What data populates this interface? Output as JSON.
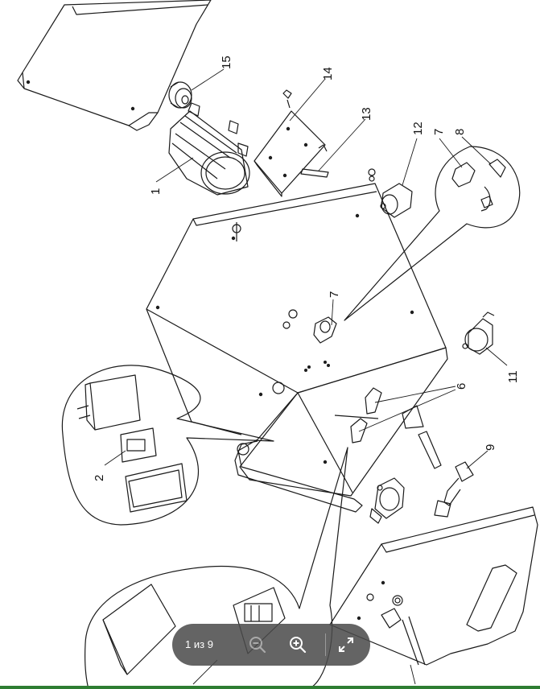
{
  "viewer": {
    "page_current": "1",
    "page_separator": "из",
    "page_total": "9",
    "controls": {
      "zoom_out_icon": "zoom-out-icon",
      "zoom_in_icon": "zoom-in-icon",
      "fullscreen_icon": "fullscreen-icon"
    },
    "toolbar_color": "#4a4a4a"
  },
  "drawing": {
    "callouts": [
      "15",
      "14",
      "13",
      "12",
      "7",
      "8",
      "1",
      "7",
      "6",
      "11",
      "9",
      "2"
    ]
  }
}
